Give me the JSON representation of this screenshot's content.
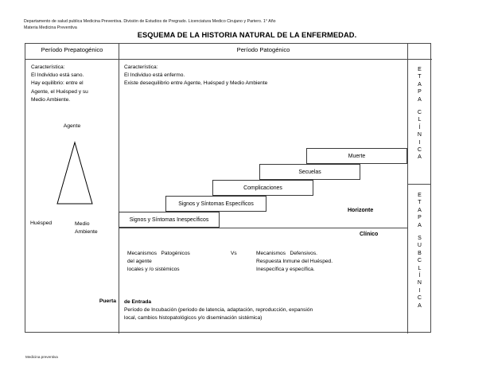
{
  "document": {
    "header_lines": [
      "Departamento de  salud publica Medicina Preventiva. División de Estudios de Pregrado. Licenciatura Medico Cirujano y Partero. 1° Año",
      "Materia Medicina Preventiva"
    ],
    "title": "ESQUEMA DE LA HISTORIA NATURAL DE LA ENFERMEDAD.",
    "footer": "Medicina preventiva"
  },
  "columns": {
    "prepatogenico_header": "Período Prepatogénico",
    "patogenico_header": "Período Patogénico"
  },
  "prepatogenico": {
    "caracteristica": "Característica:\nEl Individuo está sano.\nHay equilibrio: entre el\nAgente, el Huésped y su\nMedio Ambiente.",
    "triad": {
      "agente": "Agente",
      "huesped": "Huésped",
      "medio_ambiente": "Medio\nAmbiente"
    }
  },
  "patogenico": {
    "caracteristica": "Característica:\nEl Individuo está enfermo.\nExiste desequilibrio entre Agente, Huésped y Medio Ambiente",
    "steps": [
      "Muerte",
      "Secuelas",
      "Complicaciones",
      "Signos y Síntomas Específicos",
      "Signos y Síntomas Inespecíficos"
    ],
    "horizonte_label": "Horizonte",
    "clinico_label": "Clínico",
    "mechanisms": {
      "left": "Mecanismos   Patogénicos\ndel agente\nlocales y /o sistémicos",
      "vs": "Vs",
      "right": "Mecanismos   Defensivos.\nRespuesta Inmune del Huésped.\nInespecífica y específica."
    },
    "puerta_label": "Puerta",
    "entrada_title": "de Entrada",
    "entrada_text": "Período de Incubación (periodo de latencia, adaptación, reproducción, expansión\nlocal, cambios histopatológicos y/o diseminación sistémica)"
  },
  "etapas": {
    "clinica": [
      "E",
      "T",
      "A",
      "P",
      "A",
      "",
      "C",
      "L",
      "Í",
      "N",
      "I",
      "C",
      "A"
    ],
    "subclinica": [
      "E",
      "T",
      "A",
      "P",
      "A",
      "",
      "S",
      "U",
      "B",
      "C",
      "L",
      "Í",
      "N",
      "I",
      "C",
      "A"
    ]
  },
  "colors": {
    "border": "#4a4a4a",
    "box_border": "#3a3a3a",
    "background": "#ffffff",
    "text": "#000000"
  }
}
